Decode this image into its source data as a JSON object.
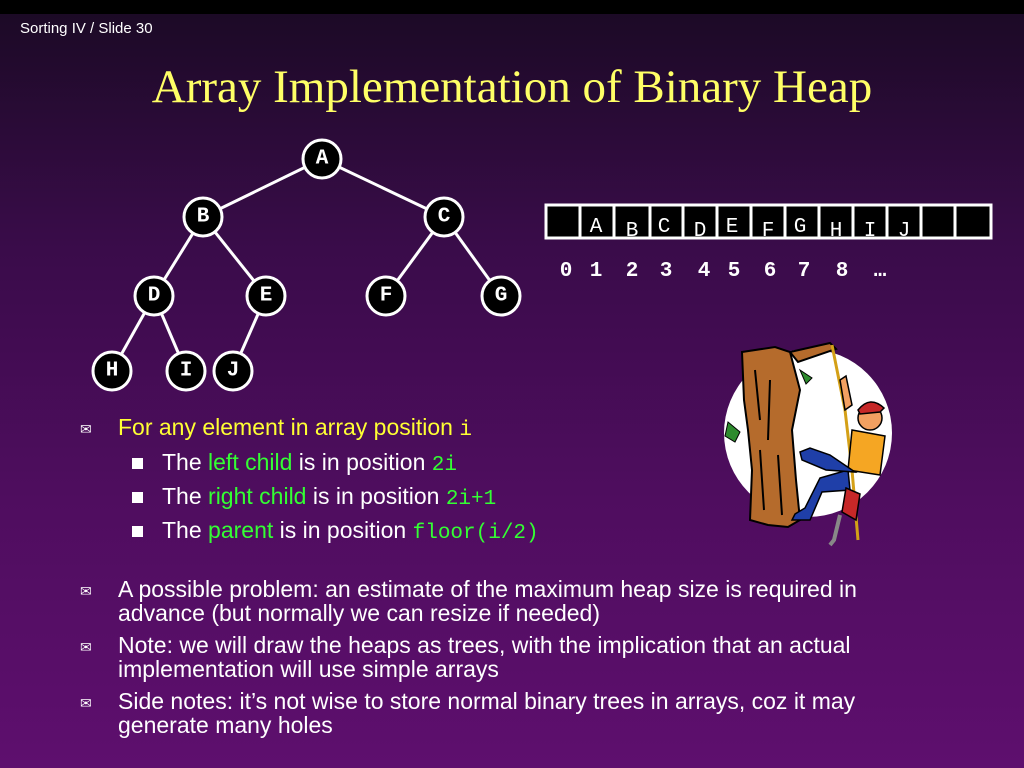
{
  "slide_label": "Sorting IV / Slide 30",
  "title": "Array Implementation of Binary Heap",
  "tree": {
    "nodes": [
      "A",
      "B",
      "C",
      "D",
      "E",
      "F",
      "G",
      "H",
      "I",
      "J"
    ]
  },
  "array": {
    "cells": [
      "",
      "A",
      "B",
      "C",
      "D",
      "E",
      "F",
      "G",
      "H",
      "I",
      "J",
      "",
      ""
    ],
    "indices": [
      "0",
      "1",
      "2",
      "3",
      "4",
      "5",
      "6",
      "7",
      "8",
      "…"
    ]
  },
  "bullet_main": {
    "text": "For any element in array position ",
    "var": "i"
  },
  "sub_bullets": [
    {
      "pre": "The ",
      "hl": "left child",
      "mid": " is in position ",
      "code": "2i"
    },
    {
      "pre": "The ",
      "hl": "right child",
      "mid": " is in position ",
      "code": "2i+1"
    },
    {
      "pre": "The ",
      "hl": "parent",
      "mid": " is in position ",
      "code": "floor(i/2)"
    }
  ],
  "notes": [
    "A possible problem: an estimate of the maximum heap size is required in advance (but normally we can resize if needed)",
    "Note: we will draw the heaps as trees, with the implication that an actual implementation will use simple arrays",
    "Side notes: it’s not wise to store normal binary trees in arrays, coz it may generate many holes"
  ],
  "colors": {
    "title": "#ffff66",
    "highlight": "#33ff33",
    "bullet_main": "#ffff33"
  },
  "illustration": "lumberjack-climbing-tree-with-chainsaw"
}
